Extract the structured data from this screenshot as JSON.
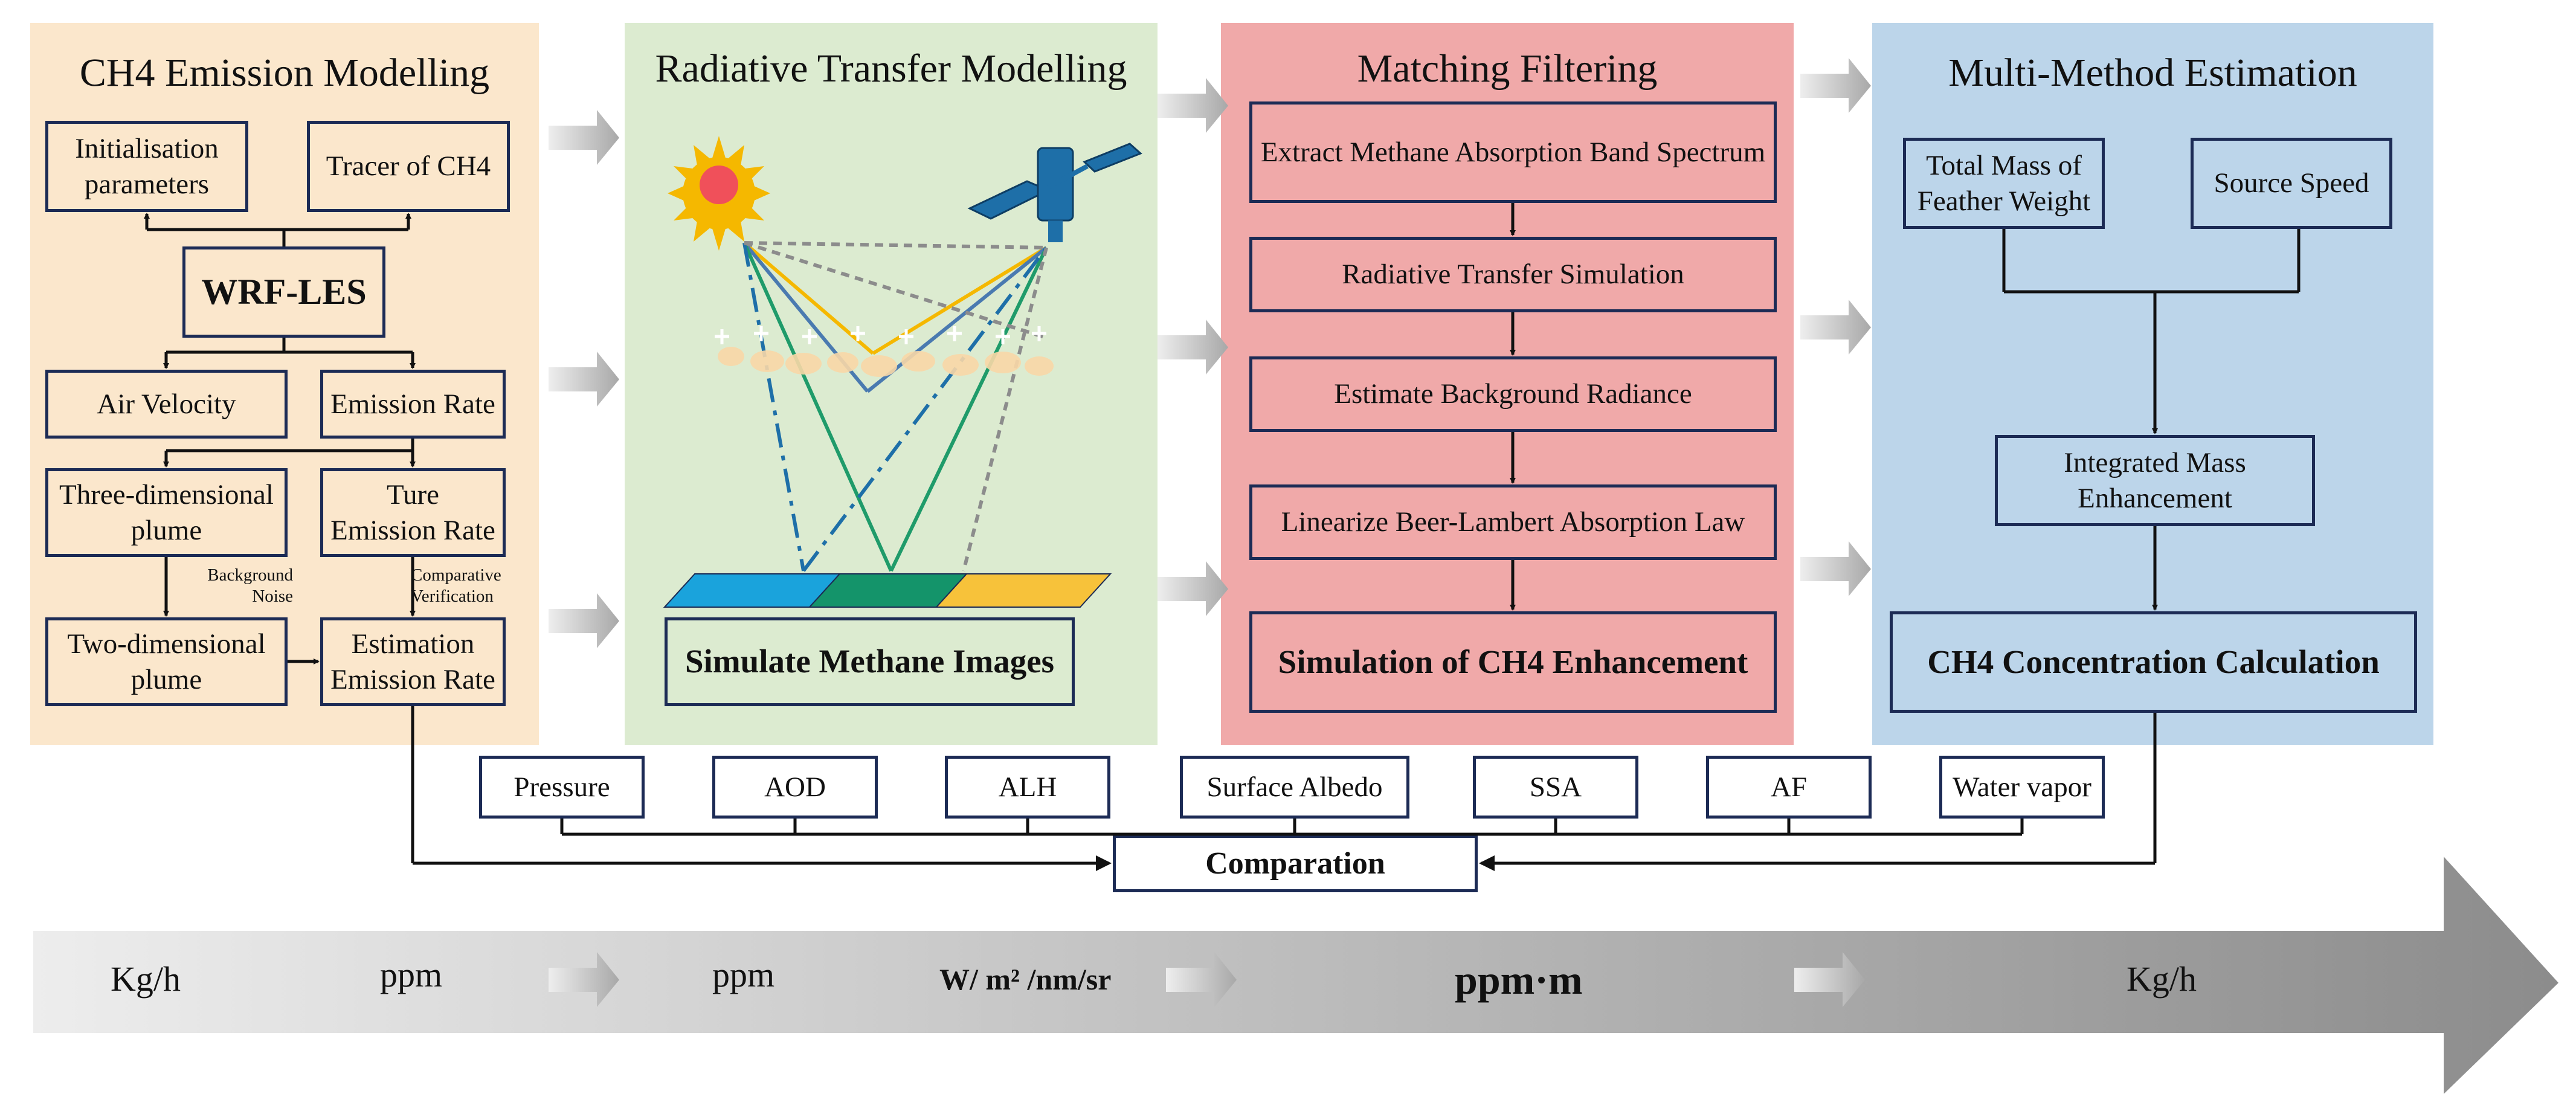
{
  "panels": {
    "ch4": {
      "title": "CH4 Emission Modelling",
      "init_params": "Initialisation parameters",
      "tracer": "Tracer of CH4",
      "wrf": "WRF-LES",
      "air_velocity": "Air Velocity",
      "emission_rate": "Emission Rate",
      "plume3d": "Three-dimensional plume",
      "true_rate": "Ture Emission Rate",
      "background_noise": "Background Noise",
      "comparative_verification": "Comparative Verification",
      "plume2d": "Two-dimensional plume",
      "est_rate": "Estimation Emission Rate"
    },
    "rtm": {
      "title": "Radiative Transfer Modelling",
      "simulate": "Simulate Methane Images"
    },
    "mf": {
      "title": "Matching Filtering",
      "steps": [
        "Extract Methane Absorption Band Spectrum",
        "Radiative Transfer Simulation",
        "Estimate Background Radiance",
        "Linearize Beer-Lambert Absorption Law",
        "Simulation of CH4 Enhancement"
      ]
    },
    "mme": {
      "title": "Multi-Method Estimation",
      "total_mass": "Total Mass of Feather Weight",
      "source_speed": "Source Speed",
      "integrated": "Integrated Mass Enhancement",
      "concentration": "CH4 Concentration Calculation"
    }
  },
  "params": [
    "Pressure",
    "AOD",
    "ALH",
    "Surface Albedo",
    "SSA",
    "AF",
    "Water vapor"
  ],
  "comparation": "Comparation",
  "units": [
    "Kg/h",
    "ppm",
    "ppm",
    "W/ m² /nm/sr",
    "ppm·m",
    "Kg/h"
  ],
  "colors": {
    "ch4_bg": "#fbe7cc",
    "rtm_bg": "#dcebd0",
    "mf_bg": "#f0a9a9",
    "mme_bg": "#bcd5ea",
    "box_border": "#1c2b55",
    "sun": "#f5b800",
    "sun_core": "#f0505a",
    "satellite": "#1e6fa8",
    "ground_left": "#1aa3dc",
    "ground_mid": "#14946a",
    "ground_right": "#f7c23a",
    "ray_yellow": "#f5b800",
    "ray_green": "#1f9b6a",
    "ray_blue": "#4a7ab0"
  },
  "icons": [
    "sun-icon",
    "satellite-icon",
    "plume-icon",
    "ground-surface-icon",
    "flow-arrow-icon"
  ]
}
